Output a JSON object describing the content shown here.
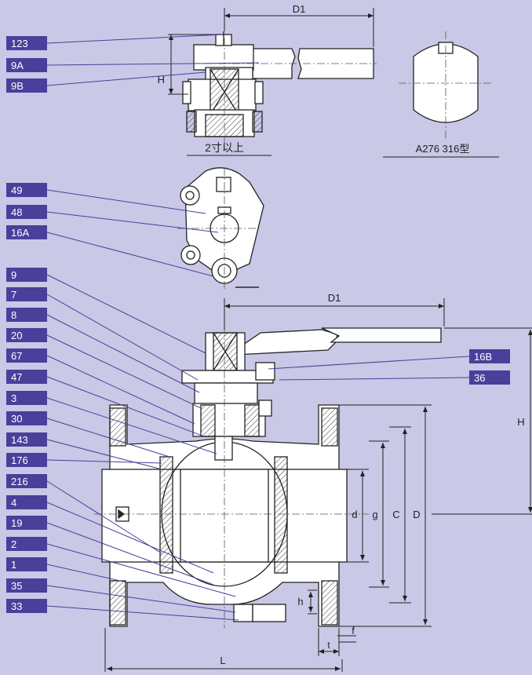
{
  "colors": {
    "background": "#c9c8e6",
    "label_box": "#4a3f9b",
    "label_text": "#ffffff",
    "leader": "#4a3f9b",
    "metal_fill": "#ffffff",
    "outline": "#222222",
    "hatch": "#222222",
    "centerline": "#555555"
  },
  "top_view": {
    "parts": [
      "123",
      "9A",
      "9B"
    ],
    "dim_D1": "D1",
    "dim_H": "H",
    "caption": "2寸以上"
  },
  "stem_section": {
    "caption": "A276 316型"
  },
  "lock_view": {
    "parts": [
      "49",
      "48",
      "16A"
    ]
  },
  "main_view": {
    "left_parts": [
      "9",
      "7",
      "8",
      "20",
      "67",
      "47",
      "3",
      "30",
      "143",
      "176",
      "216",
      "4",
      "19",
      "2",
      "1",
      "35",
      "33"
    ],
    "right_parts": [
      "16B",
      "36"
    ],
    "dims": {
      "D1": "D1",
      "H": "H",
      "d": "d",
      "g": "g",
      "C": "C",
      "D": "D",
      "h": "h",
      "f": "f",
      "t": "t",
      "L": "L"
    }
  }
}
